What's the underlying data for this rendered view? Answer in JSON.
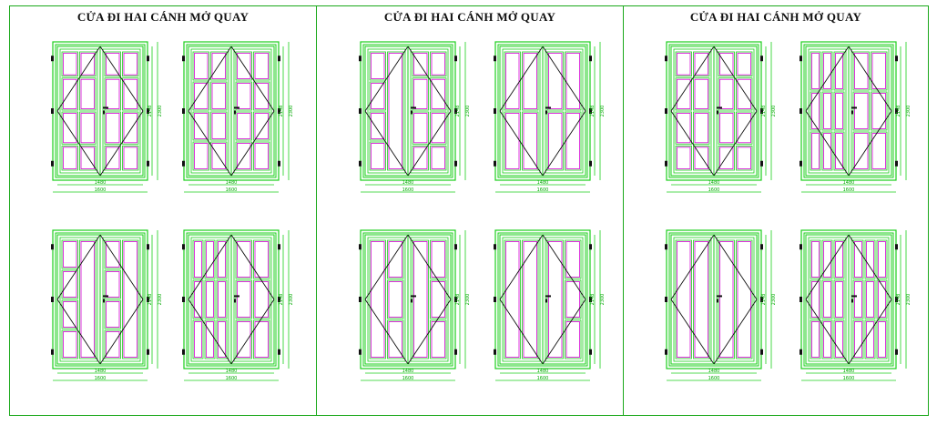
{
  "panels": [
    {
      "title": "CỬA ĐI HAI CÁNH MỞ QUAY"
    },
    {
      "title": "CỬA ĐI HAI CÁNH MỞ QUAY"
    },
    {
      "title": "CỬA ĐI HAI CÁNH MỞ QUAY"
    }
  ],
  "dimensions": {
    "inner_width": "1480",
    "outer_width": "1600",
    "inner_height": "2148",
    "outer_height": "2300"
  },
  "colors": {
    "frame": "#1bcf1b",
    "border": "#1aa81a",
    "glass": "#d400d4",
    "lines": "#111111",
    "dim_text": "#00a800"
  },
  "icons": [
    "handle-icon",
    "hinge-icon"
  ]
}
